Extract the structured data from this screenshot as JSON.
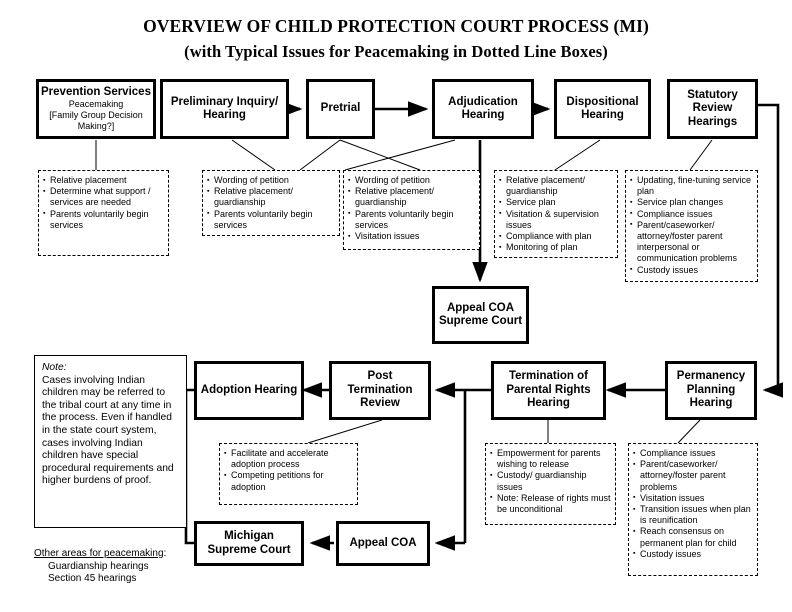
{
  "title": {
    "line1": "OVERVIEW OF CHILD PROTECTION COURT PROCESS (MI)",
    "line2": "(with Typical Issues for Peacemaking in Dotted Line Boxes)"
  },
  "process_boxes": {
    "prevention": {
      "label": "Prevention Services",
      "sub1": "Peacemaking",
      "sub2": "[Family Group Decision",
      "sub3": "Making?]"
    },
    "preliminary": {
      "label": "Preliminary Inquiry/ Hearing"
    },
    "pretrial": {
      "label": "Pretrial"
    },
    "adjudication": {
      "label": "Adjudication Hearing"
    },
    "dispositional": {
      "label": "Dispositional Hearing"
    },
    "statutory": {
      "label": "Statutory Review Hearings"
    },
    "appeal_coa_supreme": {
      "label": "Appeal COA Supreme Court"
    },
    "adoption": {
      "label": "Adoption Hearing"
    },
    "post_termination": {
      "label": "Post Termination Review"
    },
    "termination": {
      "label": "Termination of Parental Rights Hearing"
    },
    "permanency": {
      "label": "Permanency Planning Hearing"
    },
    "michigan_supreme": {
      "label": "Michigan Supreme Court"
    },
    "appeal_coa": {
      "label": "Appeal COA"
    }
  },
  "issue_boxes": {
    "prevention_issues": [
      "Relative placement",
      "Determine what support / services are needed",
      "Parents voluntarily begin services"
    ],
    "preliminary_issues": [
      "Wording of petition",
      "Relative placement/ guardianship",
      "Parents voluntarily begin services"
    ],
    "pretrial_adjudication_issues": [
      "Wording of petition",
      "Relative placement/ guardianship",
      "Parents voluntarily begin services",
      "Visitation issues"
    ],
    "dispositional_issues": [
      "Relative placement/ guardianship",
      "Service plan",
      "Visitation & supervision issues",
      "Compliance with plan",
      "Monitoring of plan"
    ],
    "statutory_issues": [
      "Updating, fine-tuning service plan",
      "Service plan changes",
      "Compliance issues",
      "Parent/caseworker/ attorney/foster parent interpersonal or communication problems",
      "Custody issues"
    ],
    "adoption_issues": [
      "Facilitate and accelerate adoption process",
      "Competing petitions for adoption"
    ],
    "termination_issues": [
      "Empowerment for parents wishing to release",
      "Custody/ guardianship issues",
      "Note: Release of rights must be unconditional"
    ],
    "permanency_issues": [
      "Compliance issues",
      "Parent/caseworker/ attorney/foster parent problems",
      "Visitation issues",
      "Transition issues when plan is reunification",
      "Reach consensus on permanent plan for child",
      "Custody issues"
    ]
  },
  "note": {
    "label": "Note:",
    "text": "Cases involving Indian children may be referred to the tribal court at any time in the process. Even if handled in the state court system, cases involving Indian children have special procedural requirements and higher burdens of proof."
  },
  "other_areas": {
    "heading": "Other areas for peacemaking",
    "heading_colon": ":",
    "items": [
      "Guardianship hearings",
      "Section 45 hearings"
    ]
  },
  "colors": {
    "stroke": "#000000",
    "background": "#ffffff"
  }
}
